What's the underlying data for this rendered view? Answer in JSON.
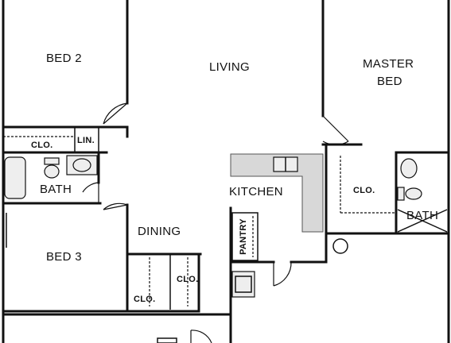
{
  "rooms": {
    "bed2": "BED 2",
    "living": "LIVING",
    "master_line1": "MASTER",
    "master_line2": "BED",
    "bath_left": "BATH",
    "kitchen": "KITCHEN",
    "master_closet": "CLO.",
    "master_bath": "BATH",
    "dining": "DINING",
    "bed3": "BED 3",
    "pantry": "PANTRY",
    "hall_closet_1": "CLO.",
    "hall_closet_2": "CLO.",
    "bed2_closet": "CLO.",
    "linen": "LIN."
  }
}
